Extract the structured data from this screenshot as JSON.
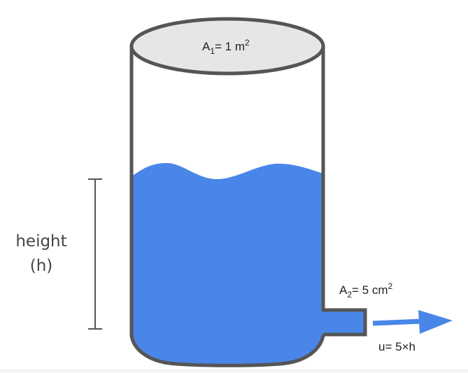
{
  "diagram": {
    "top_area": {
      "symbol": "A",
      "subscript": "1",
      "equals_value": "= 1 m",
      "superscript": "2"
    },
    "outlet_area": {
      "symbol": "A",
      "subscript": "2",
      "equals_value": "= 5 cm",
      "superscript": "2"
    },
    "height_label": {
      "line1": "height",
      "line2": "(h)"
    },
    "velocity_label": "u= 5×h",
    "colors": {
      "water": "#4a86e8",
      "outline": "#555555",
      "lid_fill": "#e6e6e6",
      "arrow": "#4a86e8",
      "dimension_line": "#555555"
    }
  }
}
